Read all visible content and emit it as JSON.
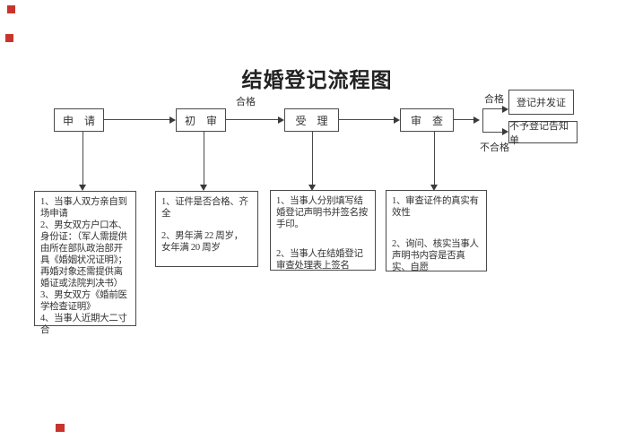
{
  "title": "结婚登记流程图",
  "steps": [
    {
      "label": "申　请"
    },
    {
      "label": "初　审"
    },
    {
      "label": "受　理"
    },
    {
      "label": "审　查"
    }
  ],
  "edge_labels": {
    "qualified_mid": "合格",
    "qualified_branch": "合格",
    "unqualified_branch": "不合格"
  },
  "outcomes": [
    {
      "label": "登记并发证"
    },
    {
      "label": "不予登记告知单"
    }
  ],
  "detail_boxes": [
    {
      "items": [
        "1、当事人双方亲自到场申请",
        "2、男女双方户口本、身份证：（军人需提供由所在部队政治部开具《婚姻状况证明》；再婚对象还需提供离婚证或法院判决书）",
        "3、男女双方《婚前医学检查证明》",
        "4、当事人近期大二寸合"
      ]
    },
    {
      "items": [
        "1、证件是否合格、齐全",
        "2、男年满 22 周岁，女年满 20 周岁"
      ]
    },
    {
      "items": [
        "1、当事人分别填写结婚登记声明书并签名按手印。",
        "2、当事人在结婚登记审查处理表上签名"
      ]
    },
    {
      "items": [
        "1、审查证件的真实有效性",
        "2、询问、核实当事人声明书内容是否真实、自愿"
      ]
    }
  ],
  "colors": {
    "line": "#4a4a4a",
    "text": "#333333",
    "marker_red": "#c8342b",
    "background": "#ffffff"
  }
}
